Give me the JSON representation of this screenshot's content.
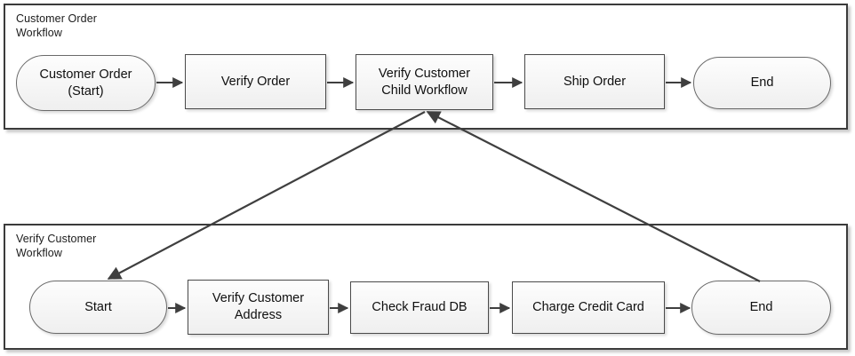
{
  "diagram": {
    "title_visible": false,
    "colors": {
      "page_background": "#ffffff",
      "container_border": "#3b3b3b",
      "node_border": "#4a4a4a",
      "node_fill_top": "#fdfdfd",
      "node_fill_bottom": "#efefef",
      "connector": "#3f3f3f",
      "text": "#0f0f0f"
    },
    "containers": [
      {
        "id": "customer-order-workflow",
        "label": "Customer Order\nWorkflow",
        "nodes": [
          {
            "id": "customer-order-start",
            "label": "Customer Order\n(Start)",
            "shape": "terminator"
          },
          {
            "id": "verify-order",
            "label": "Verify Order",
            "shape": "process"
          },
          {
            "id": "verify-customer-child-workflow",
            "label": "Verify Customer\nChild Workflow",
            "shape": "process"
          },
          {
            "id": "ship-order",
            "label": "Ship Order",
            "shape": "process"
          },
          {
            "id": "customer-order-end",
            "label": "End",
            "shape": "terminator"
          }
        ]
      },
      {
        "id": "verify-customer-workflow",
        "label": "Verify Customer\nWorkflow",
        "nodes": [
          {
            "id": "verify-customer-start",
            "label": "Start",
            "shape": "terminator"
          },
          {
            "id": "verify-customer-address",
            "label": "Verify Customer\nAddress",
            "shape": "process"
          },
          {
            "id": "check-fraud-db",
            "label": "Check Fraud DB",
            "shape": "process"
          },
          {
            "id": "charge-credit-card",
            "label": "Charge Credit Card",
            "shape": "process"
          },
          {
            "id": "verify-customer-end",
            "label": "End",
            "shape": "terminator"
          }
        ]
      }
    ],
    "connectors": [
      {
        "id": "conn-start-to-verify-order",
        "from": "customer-order-start",
        "to": "verify-order",
        "style": "straight",
        "arrow": "end"
      },
      {
        "id": "conn-verify-order-to-child",
        "from": "verify-order",
        "to": "verify-customer-child-workflow",
        "style": "straight",
        "arrow": "end"
      },
      {
        "id": "conn-child-to-ship-order",
        "from": "verify-customer-child-workflow",
        "to": "ship-order",
        "style": "straight",
        "arrow": "end"
      },
      {
        "id": "conn-ship-order-to-end",
        "from": "ship-order",
        "to": "customer-order-end",
        "style": "straight",
        "arrow": "end"
      },
      {
        "id": "conn-vc-start-to-address",
        "from": "verify-customer-start",
        "to": "verify-customer-address",
        "style": "straight",
        "arrow": "end"
      },
      {
        "id": "conn-address-to-fraud",
        "from": "verify-customer-address",
        "to": "check-fraud-db",
        "style": "straight",
        "arrow": "end"
      },
      {
        "id": "conn-fraud-to-charge",
        "from": "check-fraud-db",
        "to": "charge-credit-card",
        "style": "straight",
        "arrow": "end"
      },
      {
        "id": "conn-charge-to-vc-end",
        "from": "charge-credit-card",
        "to": "verify-customer-end",
        "style": "straight",
        "arrow": "end"
      },
      {
        "id": "conn-child-invokes-vc-start",
        "from": "verify-customer-child-workflow",
        "to": "verify-customer-start",
        "style": "diagonal",
        "arrow": "end"
      },
      {
        "id": "conn-vc-end-returns-to-child",
        "from": "verify-customer-end",
        "to": "verify-customer-child-workflow",
        "style": "diagonal",
        "arrow": "end"
      }
    ]
  }
}
